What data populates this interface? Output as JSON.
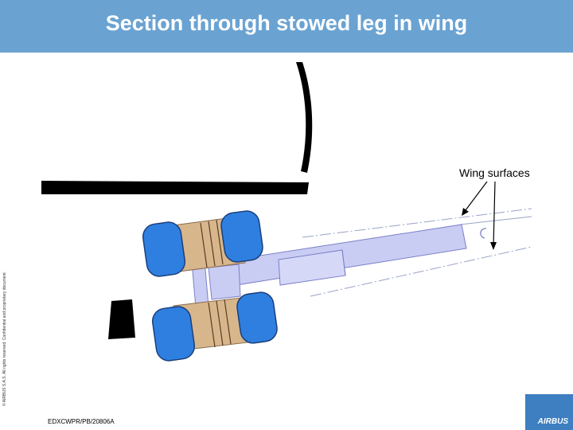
{
  "header": {
    "title": "Section through stowed leg in wing",
    "color": "#6aa3d2"
  },
  "diagram": {
    "callout_label": "Wing surfaces",
    "colors": {
      "structure": "#000000",
      "tyre": "#2f7fe0",
      "hub": "#d8b68c",
      "leg": "#c9cdf3",
      "leg_outline": "#7a80c8",
      "wing_line": "#9aa3c6"
    }
  },
  "footer": {
    "document_code": "EDXCWPR/PB/20806A",
    "copyright": "© AIRBUS S.A.S. All rights reserved. Confidential and proprietary document.",
    "logo_text": "AIRBUS"
  }
}
